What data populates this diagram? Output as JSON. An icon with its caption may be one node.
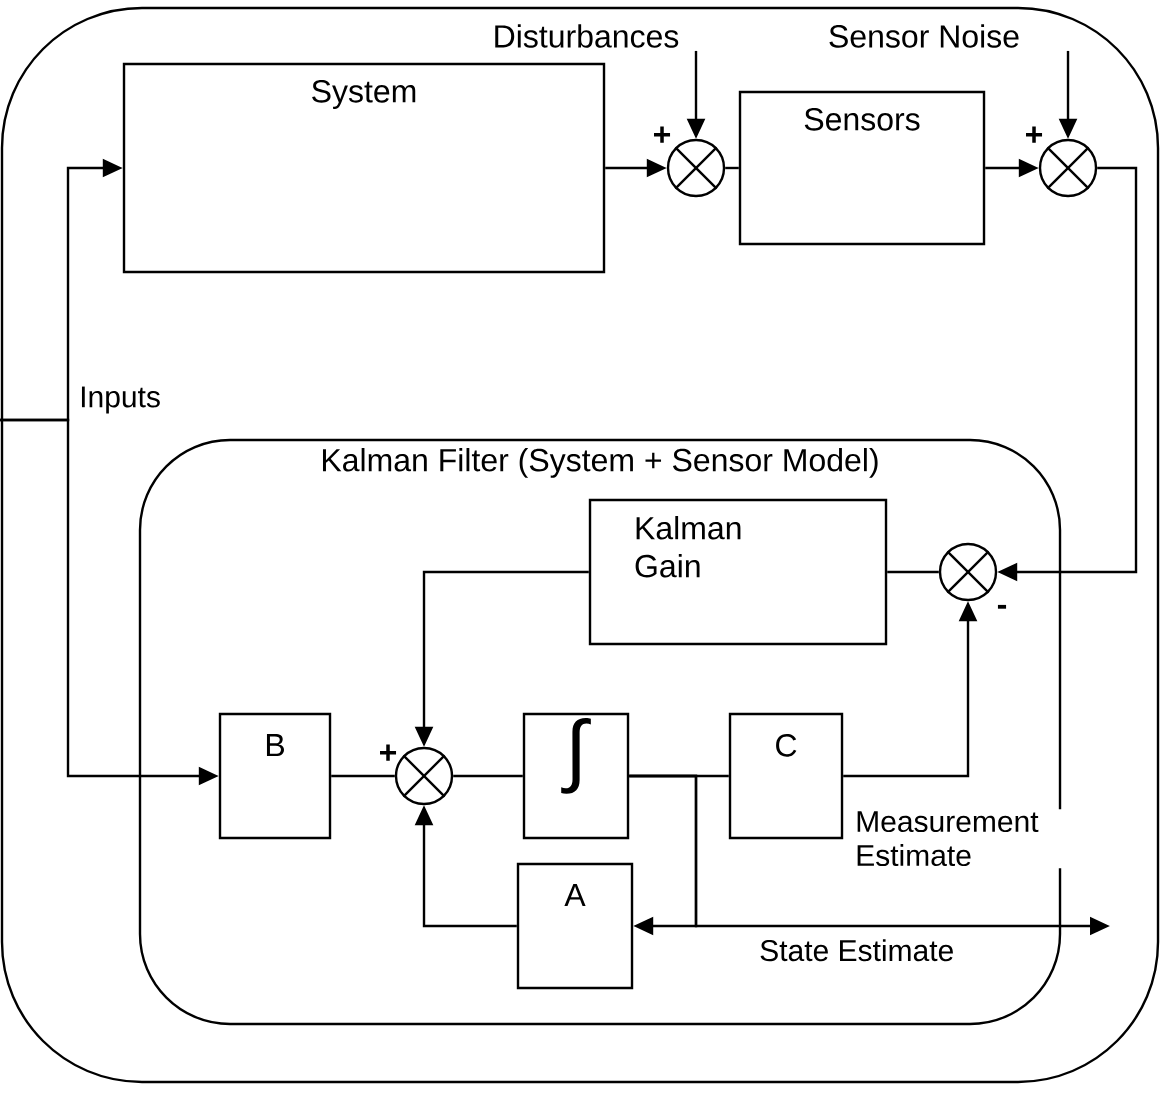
{
  "diagram": {
    "nodes": [
      {
        "text": [],
        "shape": "box"
      },
      {
        "text": [
          "System"
        ],
        "in": 0
      },
      {
        "text": [],
        "shape": "circle",
        "in": 0
      },
      {
        "text": [
          "Sensors"
        ],
        "in": 0
      },
      {
        "text": [],
        "shape": "circle",
        "in": 0
      },
      {
        "text": [
          "Kalman Filter (System + Sensor Model)"
        ],
        "in": 0
      },
      {
        "text": [
          "Kalman Gain"
        ],
        "in": 5
      },
      {
        "text": [],
        "shape": "circle",
        "in": 5
      },
      {
        "text": [
          "B"
        ],
        "in": 5
      },
      {
        "text": [],
        "shape": "circle",
        "in": 5
      },
      {
        "text": [
          "∫"
        ],
        "in": 5
      },
      {
        "text": [
          "C"
        ],
        "in": 5
      },
      {
        "text": [
          "A"
        ],
        "in": 5
      },
      {
        "text": [
          "Disturbances"
        ],
        "in": 0
      },
      {
        "text": [
          "Sensor Noise"
        ],
        "in": 0
      }
    ],
    "edges": [
      {
        "from": null,
        "to": 1,
        "arrow": "to",
        "label": "Inputs"
      },
      {
        "from": null,
        "to": 8,
        "arrow": "to"
      },
      {
        "from": 1,
        "to": 2,
        "arrow": "to"
      },
      {
        "from": 13,
        "to": 2,
        "arrow": "to"
      },
      {
        "from": 2,
        "to": 3,
        "arrow": "none"
      },
      {
        "from": 3,
        "to": 4,
        "arrow": "to"
      },
      {
        "from": 14,
        "to": 4,
        "arrow": "to"
      },
      {
        "from": 4,
        "to": 7,
        "arrow": "to"
      },
      {
        "from": 6,
        "to": 9,
        "arrow": "to"
      },
      {
        "from": 8,
        "to": 9,
        "arrow": "none"
      },
      {
        "from": 9,
        "to": 10,
        "arrow": "none"
      },
      {
        "from": 10,
        "to": 11,
        "arrow": "none"
      },
      {
        "from": 11,
        "to": 7,
        "arrow": "to",
        "label": "Measurement Estimate"
      },
      {
        "from": 10,
        "to": 12,
        "arrow": "to"
      },
      {
        "from": 10,
        "to": null,
        "arrow": "to",
        "label": "State Estimate"
      },
      {
        "from": 12,
        "to": 9,
        "arrow": "to"
      },
      {
        "from": 7,
        "to": 6,
        "arrow": "none"
      }
    ],
    "labels": [
      "+",
      "+",
      "-",
      "+"
    ]
  }
}
